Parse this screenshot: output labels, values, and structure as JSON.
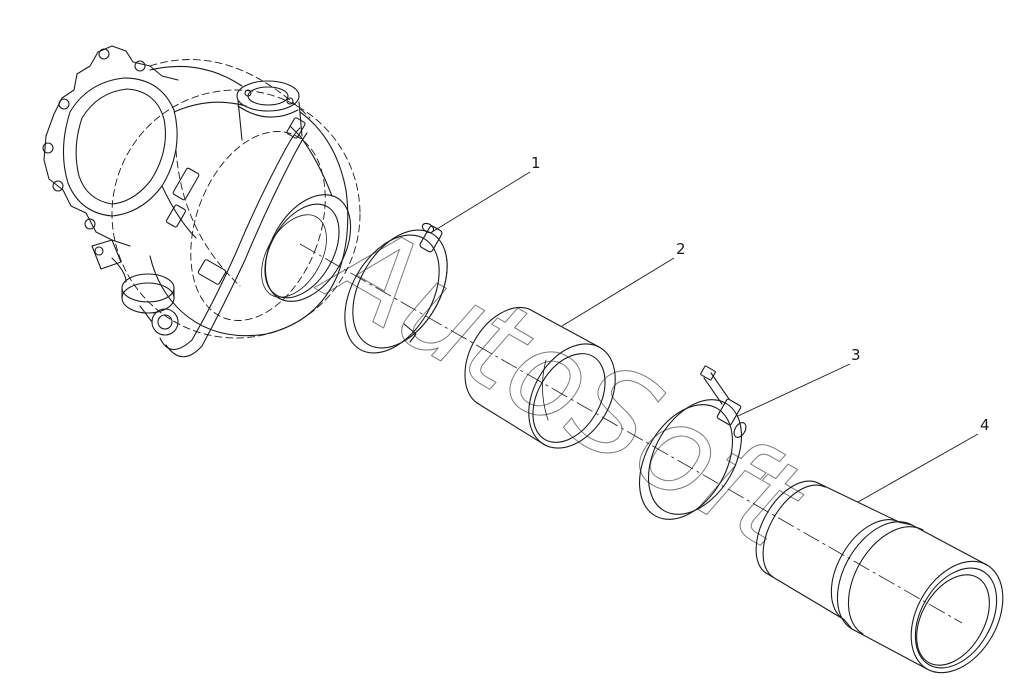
{
  "callouts": [
    {
      "label": "1"
    },
    {
      "label": "2"
    },
    {
      "label": "3"
    },
    {
      "label": "4"
    }
  ],
  "watermark": "AutoSoft",
  "colors": {
    "line": "#1a1a1a",
    "watermark": "#7a7a7a",
    "background": "#ffffff"
  }
}
